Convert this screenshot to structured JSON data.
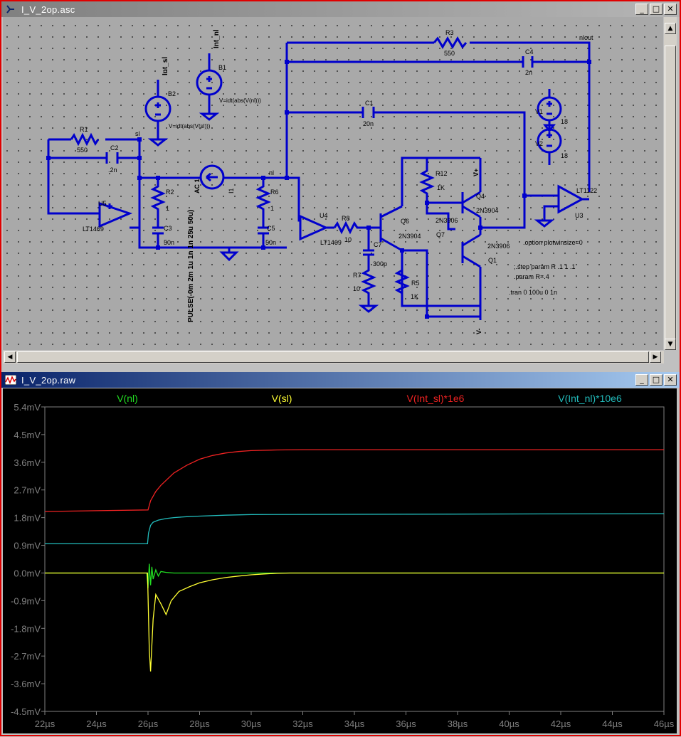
{
  "schematic_window": {
    "title": "I_V_2op.asc",
    "buttons": [
      "_",
      "□",
      "✕"
    ]
  },
  "schematic": {
    "labels": {
      "int_sl": "Int_sl",
      "int_nl": "Int_nl",
      "b1": "B1",
      "b2": "B2",
      "b1_expr": "V=idt(abs(V(nl)))",
      "b2_expr": "V=idt(abs(V(sl)))",
      "r1": "R1",
      "r1_val": "550",
      "c2": "C2",
      "c2_val": ".2n",
      "sl": "sl",
      "nl": "nl",
      "nlout": "nlout",
      "r3": "R3",
      "r3_val": "550",
      "c4": "C4",
      "c4_val": "2n",
      "c1": "C1",
      "c1_val": "20n",
      "v1": "V1",
      "v1_val": "18",
      "v2": "V2",
      "v2_val": "18",
      "r2": "R2",
      "r2_val": "1",
      "c3": "C3",
      "c3_val": "50n",
      "r6": "R6",
      "r6_val": "1",
      "c5": "C5",
      "c5_val": "50n",
      "i1": "I1",
      "i1_ac": "AC 1",
      "i1_pulse": "PULSE(-0m 2m 1u 1n 1n 25u 50u)",
      "u5": "U5",
      "u5_part": "LT1469",
      "u4": "U4",
      "u4_part": "LT1469",
      "u3": "U3",
      "u3_part": "LT1122",
      "r8": "R8",
      "r8_val": "10",
      "c7": "C7",
      "c7_val": "300p",
      "r7": "R7",
      "r7_val": "10",
      "r12": "R12",
      "r12_val": "1K",
      "r5": "R5",
      "r5_val": "1K",
      "q4": "Q4",
      "q4_part": "2N3904",
      "q6": "Q6",
      "q6_part": "2N3904",
      "q7": "Q7",
      "q7_part": "2N3906",
      "q1": "Q1",
      "q1_part": "2N3906",
      "vplus": "V+",
      "vminus": "V-",
      "directive1": ".option plotwinsize=0",
      "directive2": ";.step param R .1 1 .1",
      "directive3": ".param R=.4",
      "directive4": ".tran 0 100u 0 1n"
    }
  },
  "plot_window": {
    "title": "I_V_2op.raw",
    "buttons": [
      "_",
      "□",
      "✕"
    ]
  },
  "chart_data": {
    "type": "line",
    "xlabel": "",
    "ylabel": "",
    "xlim": [
      22,
      46
    ],
    "ylim": [
      -4.5,
      5.4
    ],
    "x_unit": "µs",
    "y_unit": "mV",
    "x_ticks": [
      "22µs",
      "24µs",
      "26µs",
      "28µs",
      "30µs",
      "32µs",
      "34µs",
      "36µs",
      "38µs",
      "40µs",
      "42µs",
      "44µs",
      "46µs"
    ],
    "y_ticks": [
      "5.4mV",
      "4.5mV",
      "3.6mV",
      "2.7mV",
      "1.8mV",
      "0.9mV",
      "0.0mV",
      "-0.9mV",
      "-1.8mV",
      "-2.7mV",
      "-3.6mV",
      "-4.5mV"
    ],
    "grid": false,
    "legend_position": "top",
    "series": [
      {
        "name": "V(nl)",
        "color": "#22dd22",
        "x": [
          22,
          25.95,
          26.0,
          26.05,
          26.1,
          26.15,
          26.2,
          26.3,
          26.4,
          26.5,
          26.7,
          27.0,
          46
        ],
        "y": [
          0,
          0,
          -0.5,
          0.3,
          -0.4,
          0.2,
          -0.2,
          0.1,
          -0.1,
          0.05,
          0.02,
          0,
          0
        ]
      },
      {
        "name": "V(sl)",
        "color": "#ffff33",
        "x": [
          22,
          25.98,
          26.05,
          26.1,
          26.2,
          26.3,
          26.5,
          26.7,
          26.9,
          27.2,
          27.6,
          28.0,
          28.5,
          29.0,
          29.5,
          30.0,
          30.5,
          31.0,
          31.5,
          32.0,
          46
        ],
        "y": [
          0,
          0,
          -2.5,
          -3.2,
          -1.5,
          -0.7,
          -1.0,
          -1.35,
          -0.9,
          -0.6,
          -0.45,
          -0.32,
          -0.22,
          -0.15,
          -0.1,
          -0.06,
          -0.03,
          -0.01,
          0,
          0,
          0
        ]
      },
      {
        "name": "V(Int_sl)*1e6",
        "color": "#ee2222",
        "x": [
          22,
          26.0,
          26.1,
          26.3,
          26.5,
          27.0,
          27.5,
          28.0,
          28.5,
          29.0,
          29.5,
          30.0,
          31.0,
          32.0,
          46
        ],
        "y": [
          2.0,
          2.05,
          2.35,
          2.65,
          2.85,
          3.25,
          3.5,
          3.7,
          3.82,
          3.9,
          3.95,
          3.98,
          4.0,
          4.01,
          4.01
        ]
      },
      {
        "name": "V(Int_nl)*10e6",
        "color": "#22bbbb",
        "x": [
          22,
          25.98,
          26.02,
          26.1,
          26.2,
          26.4,
          26.7,
          27.0,
          27.5,
          28.0,
          29.0,
          30.0,
          46
        ],
        "y": [
          0.95,
          0.95,
          1.3,
          1.55,
          1.65,
          1.72,
          1.77,
          1.8,
          1.83,
          1.85,
          1.88,
          1.9,
          1.93
        ]
      }
    ]
  }
}
